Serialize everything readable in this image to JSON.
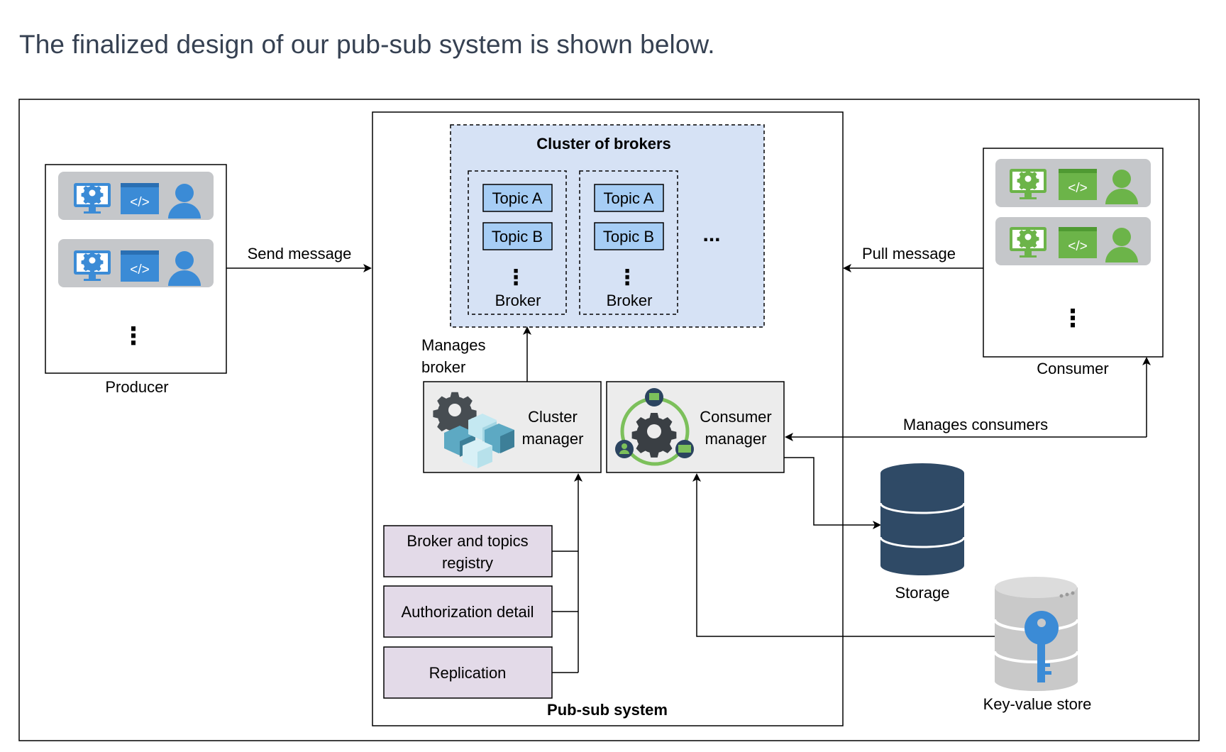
{
  "heading": "The finalized design of our pub-sub system is shown below.",
  "diagram": {
    "producer": {
      "label": "Producer",
      "more": "⋮"
    },
    "consumer": {
      "label": "Consumer",
      "more": "⋮"
    },
    "edges": {
      "send": "Send message",
      "pull": "Pull message",
      "manages_consumers": "Manages consumers",
      "manages_broker_1": "Manages",
      "manages_broker_2": "broker"
    },
    "pubsub": {
      "title": "Pub-sub system",
      "cluster_title": "Cluster of brokers",
      "brokers": [
        {
          "label": "Broker",
          "topics": [
            "Topic A",
            "Topic B"
          ],
          "more": "⋮"
        },
        {
          "label": "Broker",
          "topics": [
            "Topic A",
            "Topic B"
          ],
          "more": "⋮"
        }
      ],
      "more_brokers": "...",
      "cluster_manager": [
        "Cluster",
        "manager"
      ],
      "consumer_manager": [
        "Consumer",
        "manager"
      ],
      "registries": [
        [
          "Broker and topics",
          "registry"
        ],
        [
          "Authorization detail"
        ],
        [
          "Replication"
        ]
      ]
    },
    "storage": "Storage",
    "kv_store": "Key-value store",
    "code_glyph": "</>",
    "colors": {
      "producer_accent": "#3b8bd6",
      "consumer_accent": "#6cb449",
      "cluster_fill": "#d6e2f5",
      "topic_fill": "#a6cdf5",
      "registry_fill": "#e3dae8",
      "manager_fill": "#ececec",
      "storage_fill": "#2f4a66"
    }
  }
}
